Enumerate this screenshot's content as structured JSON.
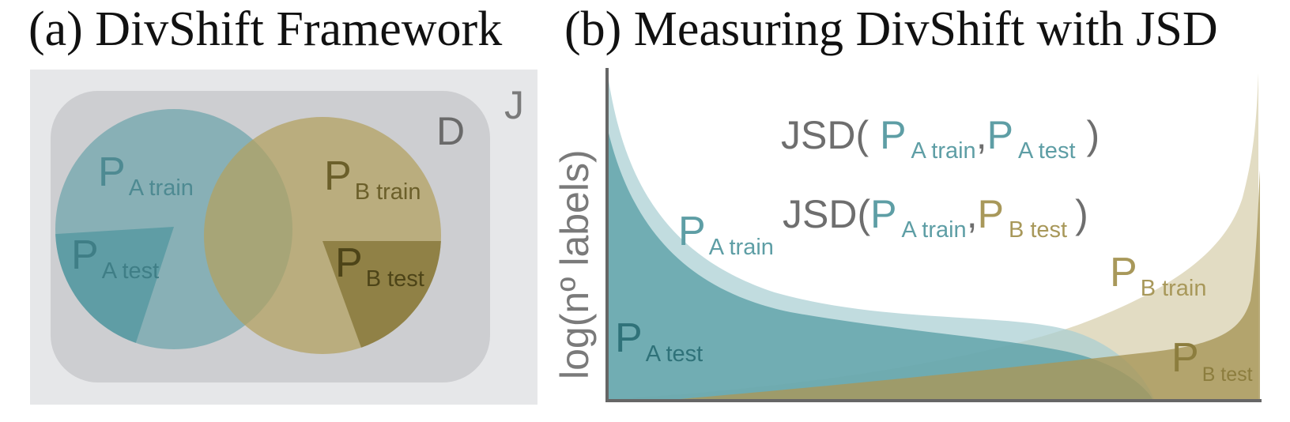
{
  "panel_a": {
    "title": "(a) DivShift Framework",
    "region_j": "J",
    "region_d": "D",
    "sets": [
      {
        "symbol": "P",
        "subscript": "A train"
      },
      {
        "symbol": "P",
        "subscript": "A test"
      },
      {
        "symbol": "P",
        "subscript": "B train"
      },
      {
        "symbol": "P",
        "subscript": "B test"
      }
    ]
  },
  "panel_b": {
    "title": "(b) Measuring DivShift with JSD",
    "ylabel": "log(nº labels)",
    "jsd": [
      {
        "prefix": "JSD(",
        "p1": "P",
        "s1": "A train",
        "sep": ",",
        "p2": "P",
        "s2": "A test",
        "suffix": ")"
      },
      {
        "prefix": "JSD(",
        "p1": "P",
        "s1": "A train",
        "sep": ",",
        "p2": "P",
        "s2": "B test",
        "suffix": ")"
      }
    ],
    "curves": [
      {
        "symbol": "P",
        "subscript": "A train"
      },
      {
        "symbol": "P",
        "subscript": "A test"
      },
      {
        "symbol": "P",
        "subscript": "B train"
      },
      {
        "symbol": "P",
        "subscript": "B test"
      }
    ]
  },
  "colors": {
    "teal": "#5e9ea5",
    "olive": "#a8985a",
    "grey_text": "#6e6e6e",
    "outer_box": "#e6e7e9",
    "inner_box": "#cdced1"
  }
}
